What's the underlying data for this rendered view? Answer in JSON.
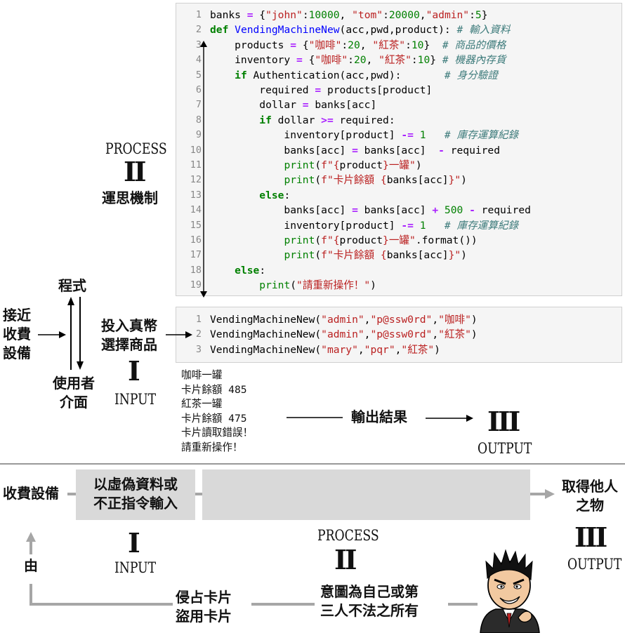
{
  "code_cell_1": {
    "lines": [
      {
        "n": "1",
        "html": "banks <span class=\"op\">=</span> {<span class=\"st\">\"john\"</span>:<span class=\"nu\">10000</span>, <span class=\"st\">\"tom\"</span>:<span class=\"nu\">20000</span>,<span class=\"st\">\"admin\"</span>:<span class=\"nu\">5</span>}"
      },
      {
        "n": "2",
        "html": "<span class=\"kw\">def</span> <span class=\"fn\">VendingMachineNew</span>(acc,pwd,product): <span class=\"cm\"># 輸入資料</span>"
      },
      {
        "n": "3",
        "html": "    products <span class=\"op\">=</span> {<span class=\"st\">\"咖啡\"</span>:<span class=\"nu\">20</span>, <span class=\"st\">\"紅茶\"</span>:<span class=\"nu\">10</span>}  <span class=\"cm\"># 商品的價格</span>"
      },
      {
        "n": "4",
        "html": "    inventory <span class=\"op\">=</span> {<span class=\"st\">\"咖啡\"</span>:<span class=\"nu\">20</span>, <span class=\"st\">\"紅茶\"</span>:<span class=\"nu\">10</span>} <span class=\"cm\"># 機器內存貨</span>"
      },
      {
        "n": "5",
        "html": "    <span class=\"kw\">if</span> Authentication(acc,pwd):       <span class=\"cm\"># 身分驗證</span>"
      },
      {
        "n": "6",
        "html": "        required <span class=\"op\">=</span> products[product]"
      },
      {
        "n": "7",
        "html": "        dollar <span class=\"op\">=</span> banks[acc]"
      },
      {
        "n": "8",
        "html": "        <span class=\"kw\">if</span> dollar <span class=\"op\">&gt;=</span> required:"
      },
      {
        "n": "9",
        "html": "            inventory[product] <span class=\"op\">-=</span> <span class=\"nu\">1</span>   <span class=\"cm\"># 庫存運算紀錄</span>"
      },
      {
        "n": "10",
        "html": "            banks[acc] <span class=\"op\">=</span> banks[acc]  <span class=\"op\">-</span> required"
      },
      {
        "n": "11",
        "html": "            <span class=\"bi\">print</span>(<span class=\"st\">f\"{</span>product<span class=\"st\">}一罐\"</span>)"
      },
      {
        "n": "12",
        "html": "            <span class=\"bi\">print</span>(<span class=\"st\">f\"卡片餘額 {</span>banks[acc]<span class=\"st\">}\"</span>)"
      },
      {
        "n": "13",
        "html": "        <span class=\"kw\">else</span>:"
      },
      {
        "n": "14",
        "html": "            banks[acc] <span class=\"op\">=</span> banks[acc] <span class=\"op\">+</span> <span class=\"nu\">500</span> <span class=\"op\">-</span> required"
      },
      {
        "n": "15",
        "html": "            inventory[product] <span class=\"op\">-=</span> <span class=\"nu\">1</span>   <span class=\"cm\"># 庫存運算紀錄</span>"
      },
      {
        "n": "16",
        "html": "            <span class=\"bi\">print</span>(<span class=\"st\">f\"{</span>product<span class=\"st\">}一罐\"</span>.format())"
      },
      {
        "n": "17",
        "html": "            <span class=\"bi\">print</span>(<span class=\"st\">f\"卡片餘額 {</span>banks[acc]<span class=\"st\">}\"</span>)"
      },
      {
        "n": "18",
        "html": "    <span class=\"kw\">else</span>:"
      },
      {
        "n": "19",
        "html": "        <span class=\"bi\">print</span>(<span class=\"st\">\"請重新操作！\"</span>)"
      }
    ]
  },
  "code_cell_2": {
    "lines": [
      {
        "n": "1",
        "html": "VendingMachineNew(<span class=\"st\">\"admin\"</span>,<span class=\"st\">\"p@ssw0rd\"</span>,<span class=\"st\">\"咖啡\"</span>)"
      },
      {
        "n": "2",
        "html": "VendingMachineNew(<span class=\"st\">\"admin\"</span>,<span class=\"st\">\"p@ssw0rd\"</span>,<span class=\"st\">\"紅茶\"</span>)"
      },
      {
        "n": "3",
        "html": "VendingMachineNew(<span class=\"st\">\"mary\"</span>,<span class=\"st\">\"pqr\"</span>,<span class=\"st\">\"紅茶\"</span>)"
      }
    ]
  },
  "output_lines": [
    "咖啡一罐",
    "卡片餘額 485",
    "紅茶一罐",
    "卡片餘額 475",
    "卡片讀取錯誤！",
    "請重新操作！"
  ],
  "top": {
    "process_label": "PROCESS",
    "process_numeral": "II",
    "process_caption": "運思機制",
    "program_label": "程式",
    "user_interface_line1": "使用者",
    "user_interface_line2": "介面",
    "approach_line1": "接近",
    "approach_line2": "收費",
    "approach_line3": "設備",
    "insert_line1": "投入真幣",
    "insert_line2": "選擇商品",
    "input_numeral": "I",
    "input_label": "INPUT",
    "output_result": "輸出結果",
    "output_numeral": "III",
    "output_label": "OUTPUT"
  },
  "bottom": {
    "fee_device": "收費設備",
    "fake_line1": "以虛偽資料或",
    "fake_line2": "不正指令輸入",
    "obtain_line1": "取得他人",
    "obtain_line2": "之物",
    "input_numeral": "I",
    "input_label": "INPUT",
    "process_label": "PROCESS",
    "process_numeral": "II",
    "output_numeral": "III",
    "output_label": "OUTPUT",
    "by_label": "由",
    "card_line1": "侵占卡片",
    "card_line2": "盜用卡片",
    "intent_line1": "意圖為自己或第",
    "intent_line2": "三人不法之所有"
  },
  "colors": {
    "code_bg": "#f5f5f5",
    "gray_box": "#d9d9d9",
    "gray_arrow": "#a6a6a6"
  }
}
